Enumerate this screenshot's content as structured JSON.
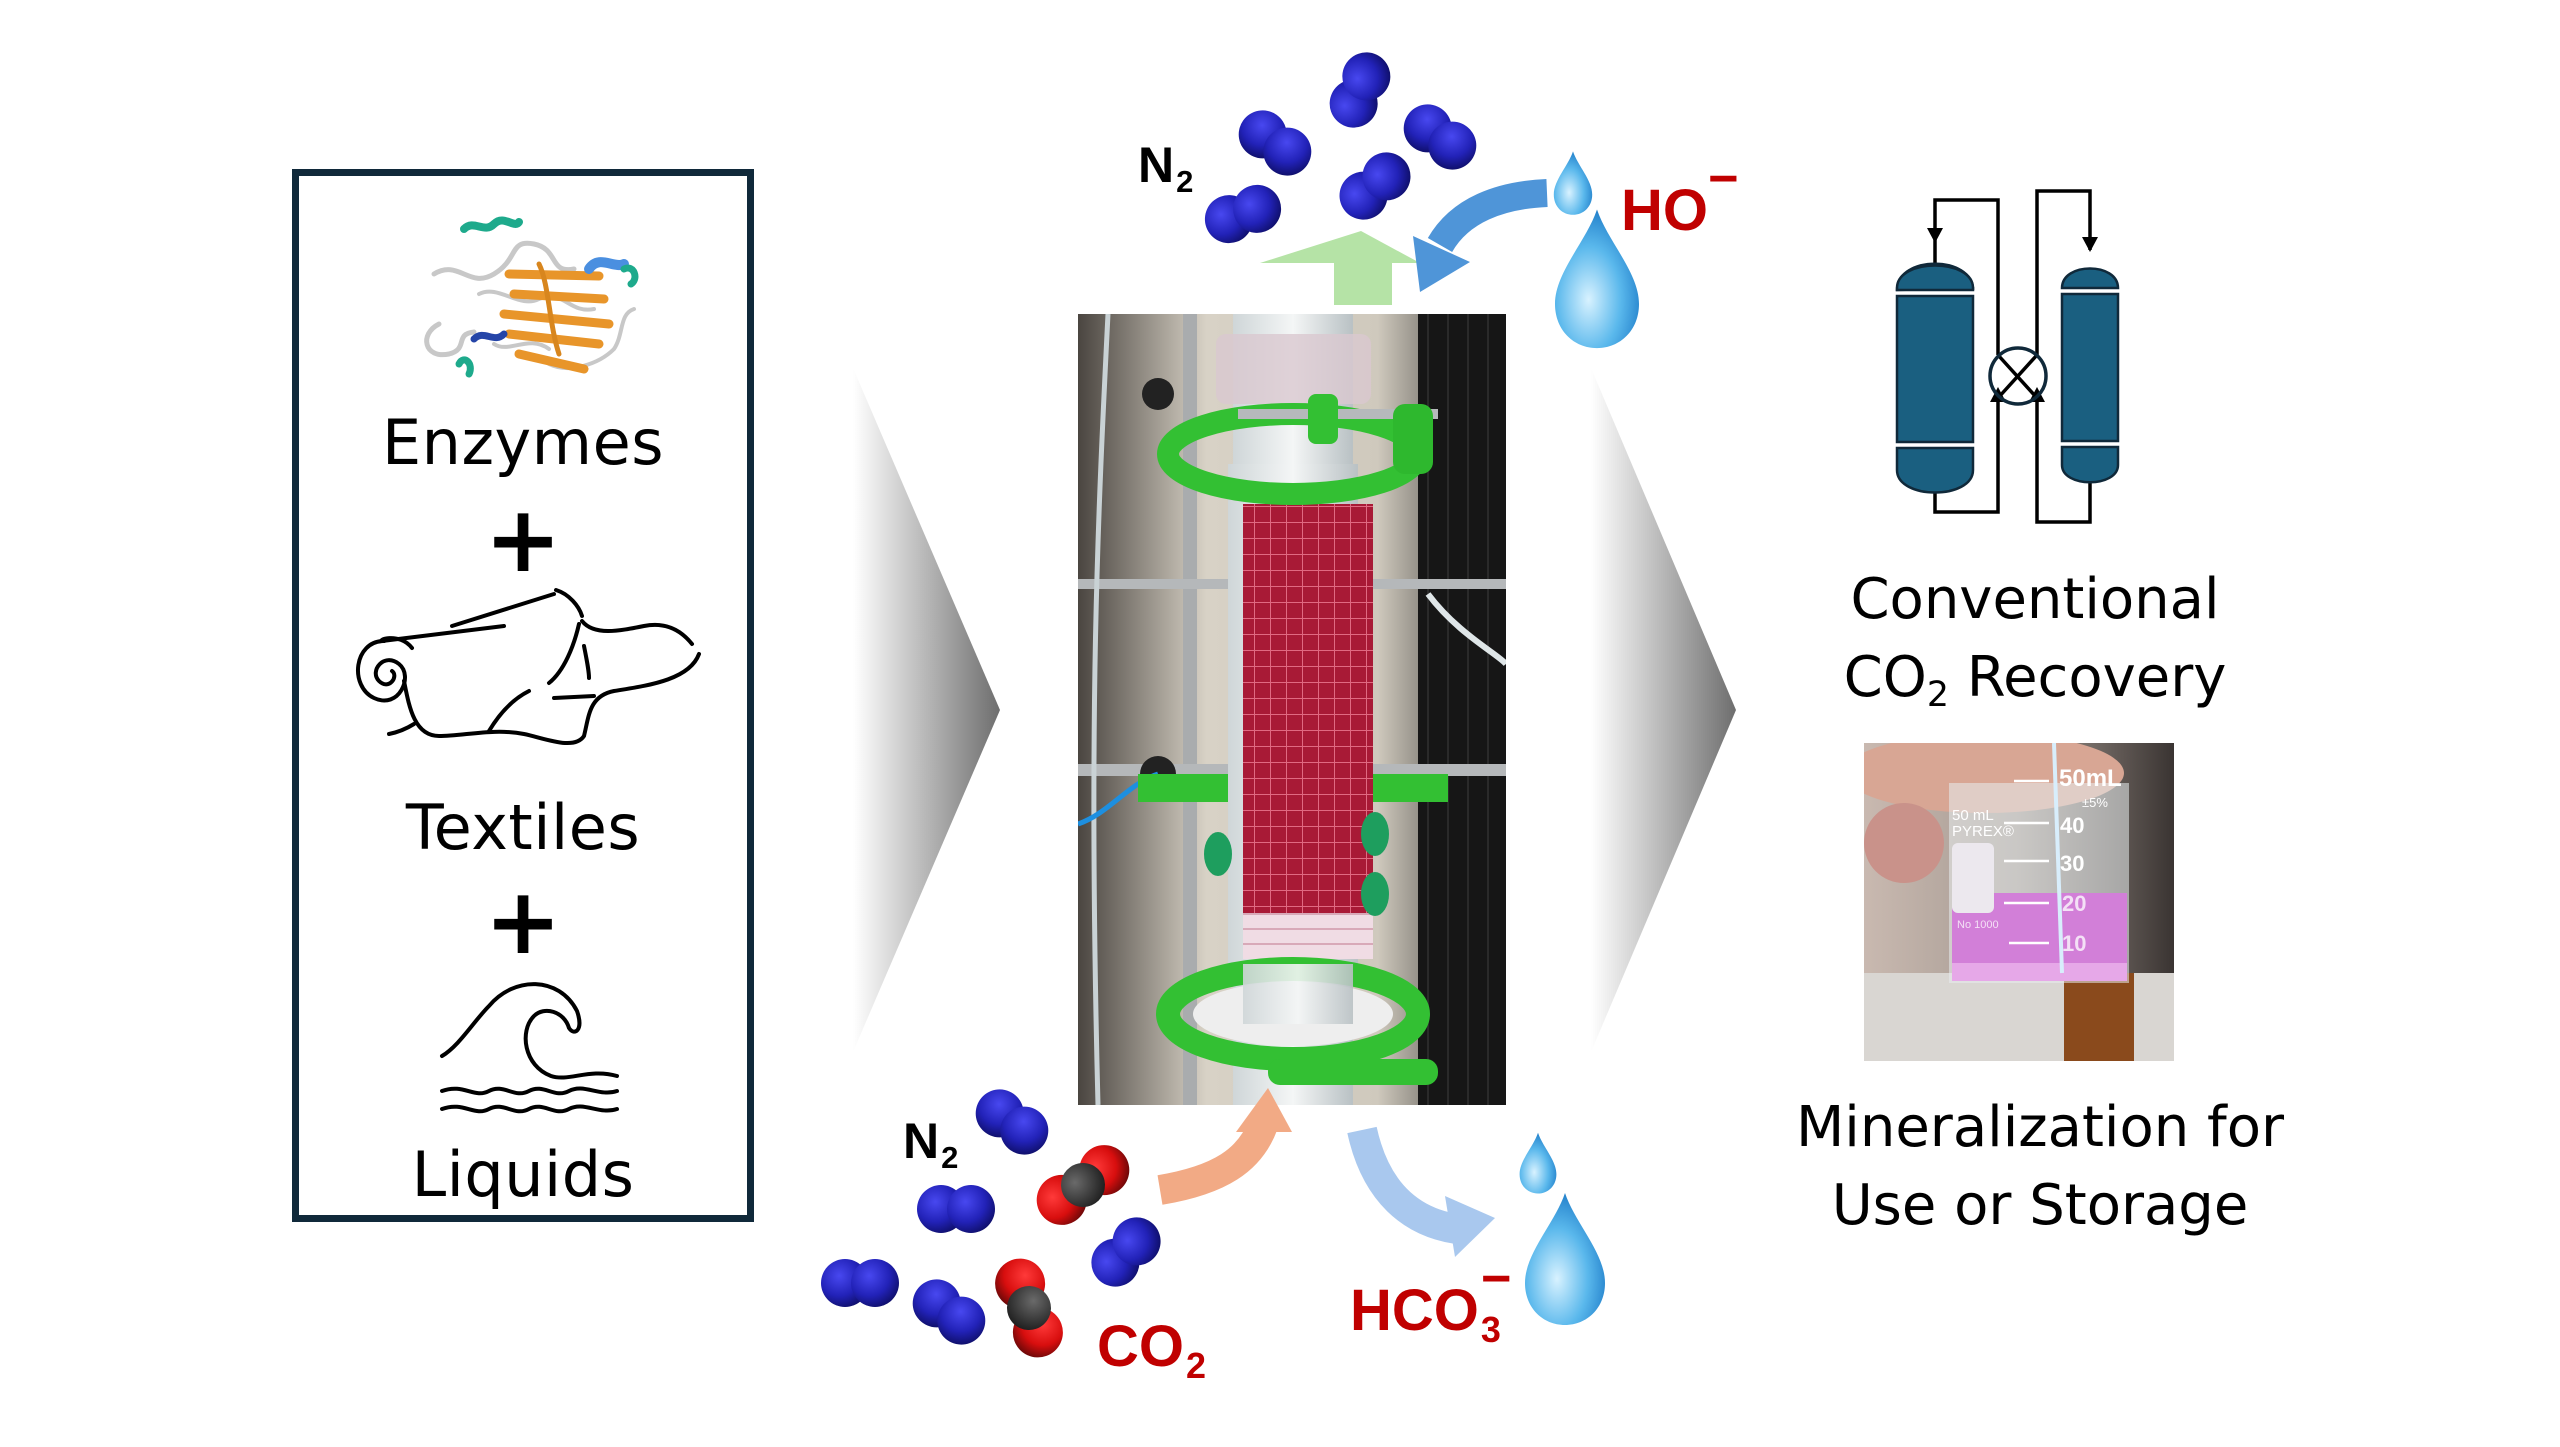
{
  "figure": {
    "title": "Enzyme-textile CO2 capture reactor schematic",
    "inputs_panel": {
      "items": [
        {
          "label": "Enzymes",
          "icon": "protein-structure-icon"
        },
        {
          "label": "Textiles",
          "icon": "fabric-roll-icon"
        },
        {
          "label": "Liquids",
          "icon": "wave-icon"
        }
      ],
      "operator": "+"
    },
    "reactor": {
      "top_gas": {
        "species": "N",
        "subscript": "2"
      },
      "top_liquid_in": {
        "species": "HO",
        "charge": "−"
      },
      "bottom_gas_in": [
        {
          "species": "N",
          "subscript": "2"
        },
        {
          "species": "CO",
          "subscript": "2"
        }
      ],
      "bottom_liquid_out": {
        "species": "HCO",
        "subscript": "3",
        "charge": "−"
      },
      "photo_description": "Packed glass column with red enzyme-coated textile mesh and green clamps"
    },
    "outputs_panel": {
      "conventional": {
        "line1": "Conventional",
        "line2_prefix": "CO",
        "line2_sub": "2",
        "line2_suffix": " Recovery"
      },
      "mineralization": {
        "line1": "Mineralization for",
        "line2": "Use or Storage"
      },
      "beaker_labels": {
        "volume": "50mL",
        "tolerance": "±5%",
        "brand_volume": "50 mL",
        "brand": "PYREX®",
        "ticks": [
          "40",
          "30",
          "20",
          "10"
        ],
        "model": "No 1000"
      }
    },
    "colors": {
      "box_border": "#10293a",
      "nitrogen": "#2a2ac8",
      "oxygen": "#e01010",
      "carbon": "#3a3a3a",
      "ion_text": "#c00000",
      "arrow_up_green": "#b5e3a6",
      "arrow_blue": "#4f95d8",
      "arrow_orange": "#f2aa85",
      "arrow_light_blue": "#a9c8ee",
      "tank_fill": "#1a5f80",
      "reactor_mesh": "#b0203c",
      "clamp_green": "#3ccf3c",
      "beaker_liquid": "#d07ad8"
    }
  }
}
